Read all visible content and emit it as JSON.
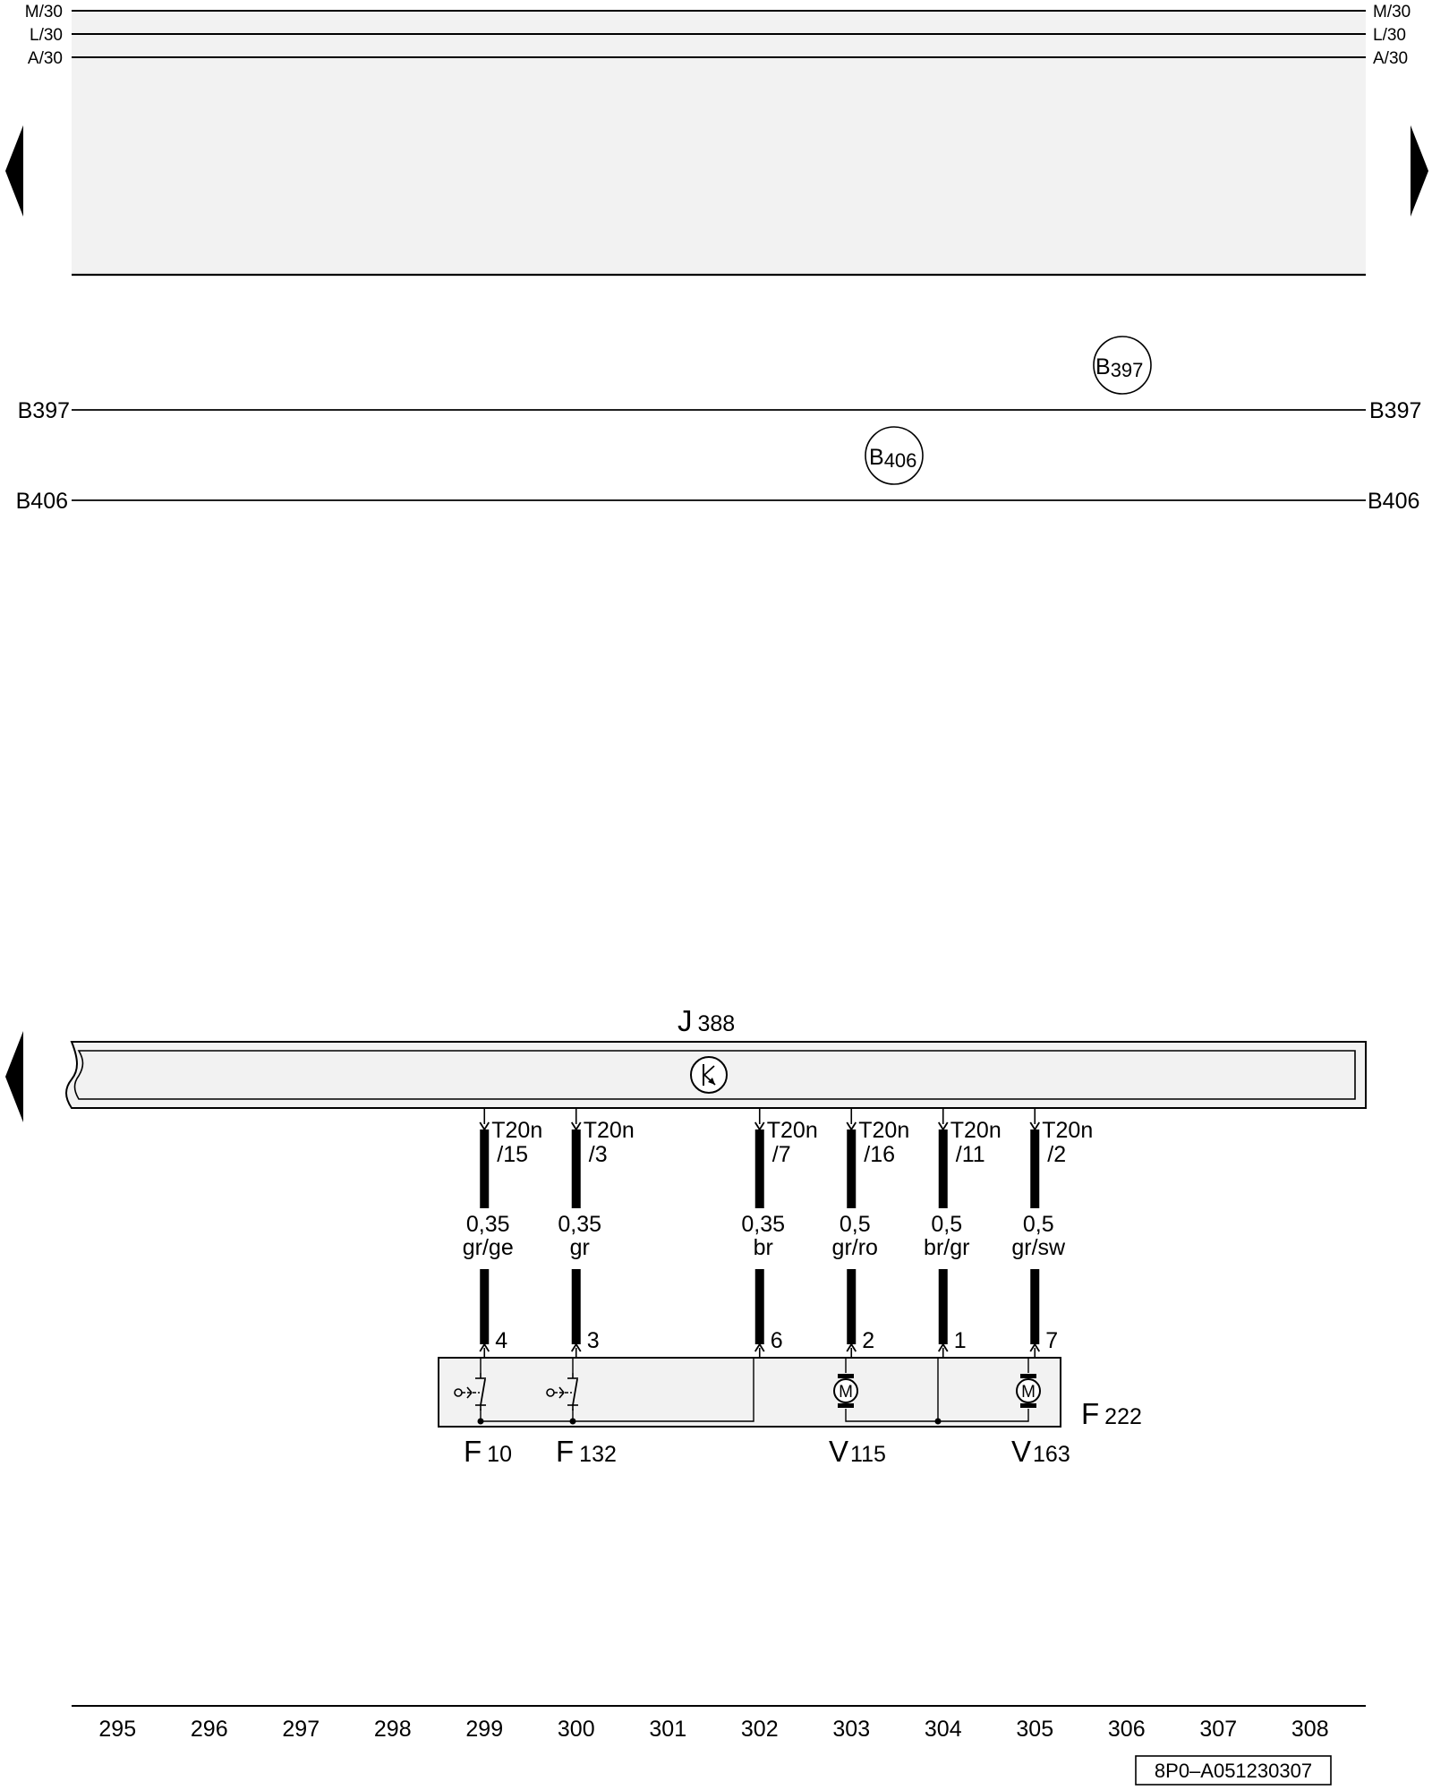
{
  "colors": {
    "ink": "#000000",
    "shade": "#f2f2f2",
    "paper": "#ffffff"
  },
  "rails": [
    {
      "id": "M30",
      "left": "M/30",
      "right": "M/30"
    },
    {
      "id": "L30",
      "left": "L/30",
      "right": "L/30"
    },
    {
      "id": "A30",
      "left": "A/30",
      "right": "A/30"
    }
  ],
  "bus_lines": [
    {
      "id": "B397",
      "left": "B397",
      "right": "B397",
      "marker_main": "B",
      "marker_sub": "397"
    },
    {
      "id": "B406",
      "left": "B406",
      "right": "B406",
      "marker_main": "B",
      "marker_sub": "406"
    }
  ],
  "control_unit": {
    "main": "J",
    "sub": "388",
    "icon": "control-unit-symbol-icon"
  },
  "wires": [
    {
      "id": "w299",
      "connector": "T20n",
      "pin": "/15",
      "size": "0,35",
      "color": "gr/ge",
      "terminal": "4"
    },
    {
      "id": "w300",
      "connector": "T20n",
      "pin": "/3",
      "size": "0,35",
      "color": "gr",
      "terminal": "3"
    },
    {
      "id": "w302",
      "connector": "T20n",
      "pin": "/7",
      "size": "0,35",
      "color": "br",
      "terminal": "6"
    },
    {
      "id": "w303",
      "connector": "T20n",
      "pin": "/16",
      "size": "0,5",
      "color": "gr/ro",
      "terminal": "2"
    },
    {
      "id": "w304",
      "connector": "T20n",
      "pin": "/11",
      "size": "0,5",
      "color": "br/gr",
      "terminal": "1"
    },
    {
      "id": "w305",
      "connector": "T20n",
      "pin": "/2",
      "size": "0,5",
      "color": "gr/sw",
      "terminal": "7"
    }
  ],
  "lock_unit": {
    "main": "F",
    "sub": "222",
    "components": [
      {
        "main": "F",
        "sub": "10",
        "kind": "switch-icon"
      },
      {
        "main": "F",
        "sub": "132",
        "kind": "switch-icon"
      },
      {
        "main": "V",
        "sub": "115",
        "kind": "motor-icon"
      },
      {
        "main": "V",
        "sub": "163",
        "kind": "motor-icon"
      }
    ],
    "motor_symbol": "M"
  },
  "columns": [
    "295",
    "296",
    "297",
    "298",
    "299",
    "300",
    "301",
    "302",
    "303",
    "304",
    "305",
    "306",
    "307",
    "308"
  ],
  "reference": "8P0–A051230307"
}
